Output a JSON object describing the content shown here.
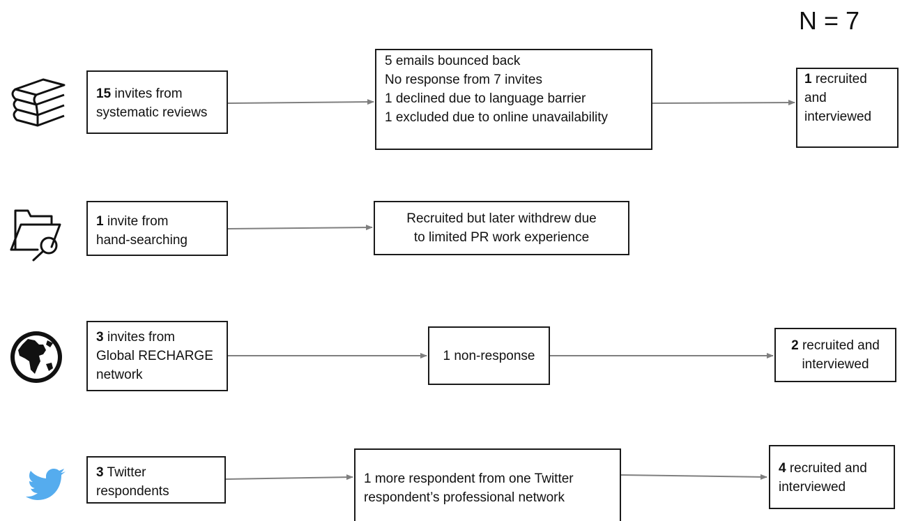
{
  "total": "N = 7",
  "rows": [
    {
      "icon": "books-icon",
      "source": {
        "bold": "15",
        "lines": [
          " invites from",
          "systematic reviews"
        ]
      },
      "middle": [
        "5 emails bounced back",
        "No response from 7 invites",
        "1 declined due to language barrier",
        "1 excluded due to online unavailability"
      ],
      "result": {
        "bold": "1",
        "lines": [
          " recruited",
          "and",
          "interviewed"
        ]
      }
    },
    {
      "icon": "folder-search-icon",
      "source": {
        "bold": "1",
        "lines": [
          " invite from",
          "hand-searching"
        ]
      },
      "middle": [
        "Recruited but later withdrew due",
        "to limited PR work experience"
      ]
    },
    {
      "icon": "globe-icon",
      "source": {
        "bold": "3",
        "lines": [
          " invites from",
          "Global RECHARGE",
          "network"
        ]
      },
      "middle": [
        "1 non-response"
      ],
      "result": {
        "bold": "2",
        "lines": [
          " recruited and",
          "interviewed"
        ]
      }
    },
    {
      "icon": "twitter-bird-icon",
      "source": {
        "bold": "3",
        "lines": [
          " Twitter",
          "respondents"
        ]
      },
      "middle": [
        "1 more respondent from one Twitter",
        "respondent’s professional network"
      ],
      "result": {
        "bold": "4",
        "lines": [
          " recruited and",
          "interviewed"
        ]
      }
    }
  ],
  "colors": {
    "arrow": "#7f7f7f",
    "border": "#1a1a1a",
    "icon": "#111111",
    "twitter": "#55acee"
  }
}
